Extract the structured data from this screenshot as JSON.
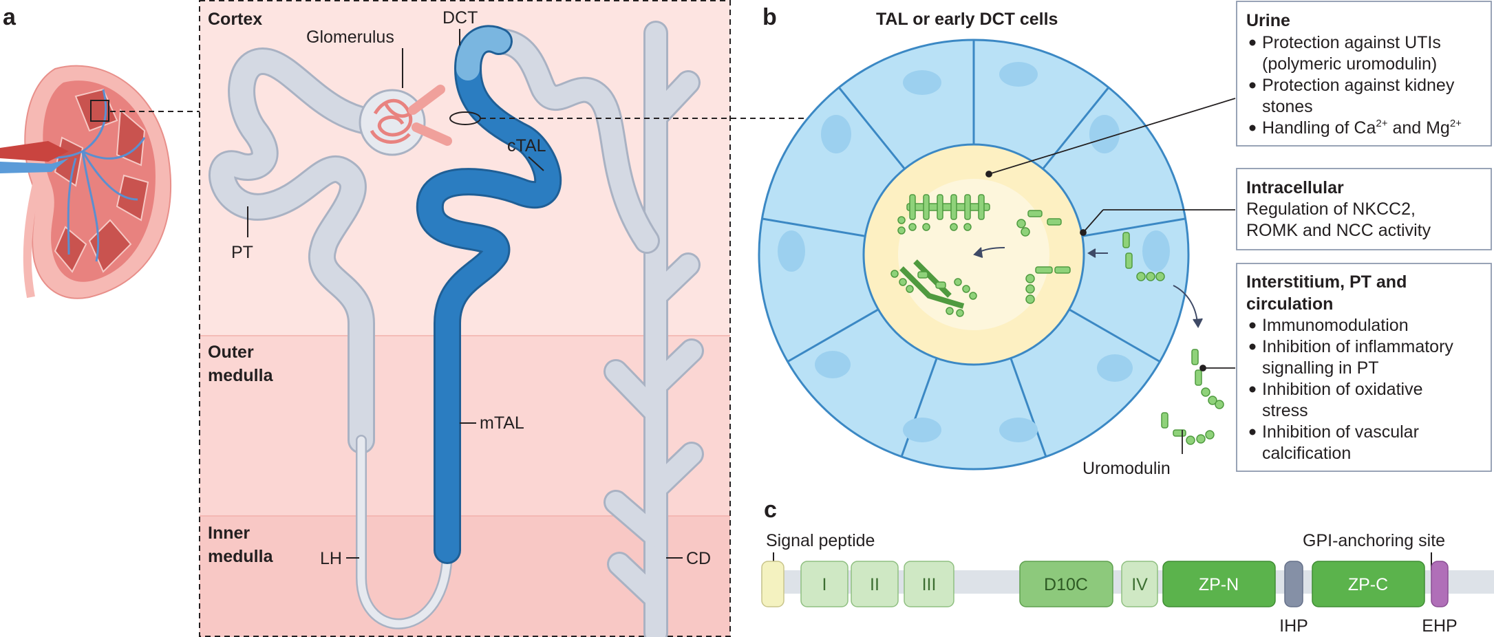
{
  "panels": {
    "a": "a",
    "b": "b",
    "c": "c"
  },
  "panel_a": {
    "zones": {
      "cortex": "Cortex",
      "outer_medulla": [
        "Outer",
        "medulla"
      ],
      "inner_medulla": [
        "Inner",
        "medulla"
      ]
    },
    "labels": {
      "glomerulus": "Glomerulus",
      "dct": "DCT",
      "ctal": "cTAL",
      "pt": "PT",
      "mtal": "mTAL",
      "lh": "LH",
      "cd": "CD"
    },
    "colors": {
      "cortex_bg": "#fde4e1",
      "outer_bg": "#fbd6d3",
      "inner_bg": "#f8c8c5",
      "tal_blue": "#2b7dc1",
      "tubule_grey": "#d4d9e3",
      "vessel_red": "#c9443f"
    }
  },
  "panel_b": {
    "title": "TAL or early DCT cells",
    "uromodulin_label": "Uromodulin",
    "boxes": [
      {
        "title": "Urine",
        "items": [
          "Protection against UTIs",
          "(polymeric uromodulin)",
          "Protection against kidney",
          "stones",
          "Handling of Ca",
          "2+",
          " and Mg",
          "2+"
        ]
      },
      {
        "title": "Intracellular",
        "lines": [
          "Regulation of NKCC2,",
          "ROMK and NCC activity"
        ]
      },
      {
        "title": [
          "Interstitium, PT and",
          "circulation"
        ],
        "items": [
          "Immunomodulation",
          "Inhibition of inflammatory",
          "signalling in PT",
          "Inhibition of oxidative",
          "stress",
          "Inhibition of vascular",
          "calcification"
        ]
      }
    ],
    "colors": {
      "cell": "#b9e1f6",
      "cell_border": "#3b88c4",
      "lumen": "#fdf0c2",
      "protein": "#8fd27a"
    }
  },
  "panel_c": {
    "labels": {
      "signal_peptide": "Signal peptide",
      "gpi": "GPI-anchoring site",
      "ihp": "IHP",
      "ehp": "EHP"
    },
    "domains": [
      "I",
      "II",
      "III",
      "D10C",
      "IV",
      "ZP-N",
      "ZP-C"
    ],
    "colors": {
      "backbone": "#dde2e8",
      "egf": "#cfe8c4",
      "d10c": "#8dc97c",
      "zp": "#5bb34c",
      "signal": "#f4f2c0",
      "ihp": "#8590a6",
      "ehp": "#b06fb8"
    }
  }
}
